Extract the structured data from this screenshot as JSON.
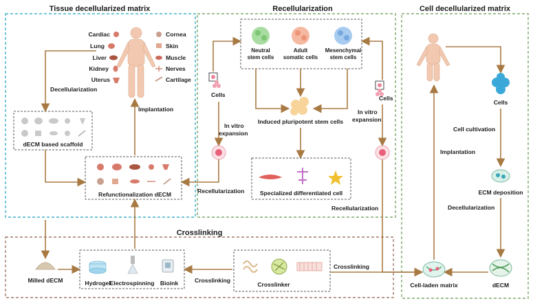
{
  "sections": {
    "tissue": "Tissue decellularized matrix",
    "recell": "Recellularization",
    "cell": "Cell decellularized matrix",
    "crosslinking": "Crosslinking"
  },
  "organs_left": [
    "Cardiac",
    "Lung",
    "Liver",
    "Kidney",
    "Uterus"
  ],
  "organs_right": [
    "Cornea",
    "Skin",
    "Muscle",
    "Nerves",
    "Cartilage"
  ],
  "steps": {
    "decellularization": "Decellularization",
    "implantation": "Implantation",
    "decm_scaffold": "dECM based scaffold",
    "refunctionalization": "Refunctionalization dECM",
    "recellularization_left": "Recellularization",
    "cells_left": "Cells",
    "in_vitro_left_1": "In vitro",
    "in_vitro_left_2": "expansion",
    "cells_right": "Cells",
    "in_vitro_right_1": "In vitro",
    "in_vitro_right_2": "expansion",
    "neutral_1": "Neutral",
    "neutral_2": "stem cells",
    "adult_1": "Adult",
    "adult_2": "somatic cells",
    "mesen_1": "Mesenchymal",
    "mesen_2": "stem cells",
    "ipsc": "Induced pluripotent stem cells",
    "specialized": "Specialized differentiated cell",
    "recellularization_bottom": "Recellularization",
    "cells_top_right": "Cells",
    "cell_cultivation": "Cell cultivation",
    "implantation_right": "Implantation",
    "ecm_deposition": "ECM deposition",
    "decellularization_right": "Decellularization",
    "decm": "dECM",
    "cell_laden": "Cell-laden matrix",
    "milled": "Milled dECM",
    "hydrogel": "Hydrogel",
    "electrospinning": "Electrospinning",
    "bioink": "Bioink",
    "crosslinking_mid": "Crosslinking",
    "crosslinker": "Crosslinker",
    "crosslinking_right": "Crosslinking"
  },
  "colors": {
    "arrow": "#a87a43",
    "tissue_border": "#3fb0c8",
    "recell_border": "#7aa86a",
    "cell_border": "#7aa86a",
    "cross_border": "#a07a6a",
    "body": "#f2c9b0",
    "organ": "#d77a6a"
  }
}
